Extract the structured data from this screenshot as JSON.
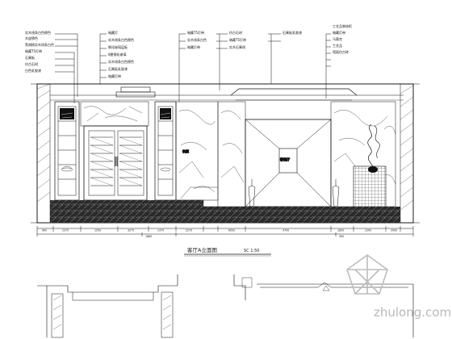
{
  "drawing": {
    "title": "客厅A立面图",
    "scale": "SC 1:50",
    "watermark": "zhulong.com",
    "room_label": "客餐厅",
    "side_label": "衣柜"
  },
  "annotations": [
    "实木线条白色擦色",
    "木皮擦色",
    "黑胡桃实木线条白色",
    "暗藏T5灯带",
    "石膏板",
    "仿古石材",
    "白色乳胶漆",
    "暗藏灯",
    "实木线条白色擦色",
    "钢化玻璃层板",
    "8厘钢化玻璃",
    "实木线条白色擦色",
    "石膏板乳胶漆",
    "暗藏灯带",
    "暗藏T5灯带",
    "实木线条白色",
    "暗藏灯带",
    "仿古石材",
    "暗藏T5灯带",
    "实木石膏线",
    "石膏板乳胶漆",
    "工艺品装饰柜",
    "暗藏灯带",
    "马赛克",
    "工艺品",
    "墙面仿古砖"
  ],
  "dimensions": [
    "900",
    "2375",
    "1250",
    "3275",
    "1375",
    "2275",
    "6050",
    "4700",
    "1850",
    "1200",
    "2000",
    "1860",
    "300"
  ]
}
